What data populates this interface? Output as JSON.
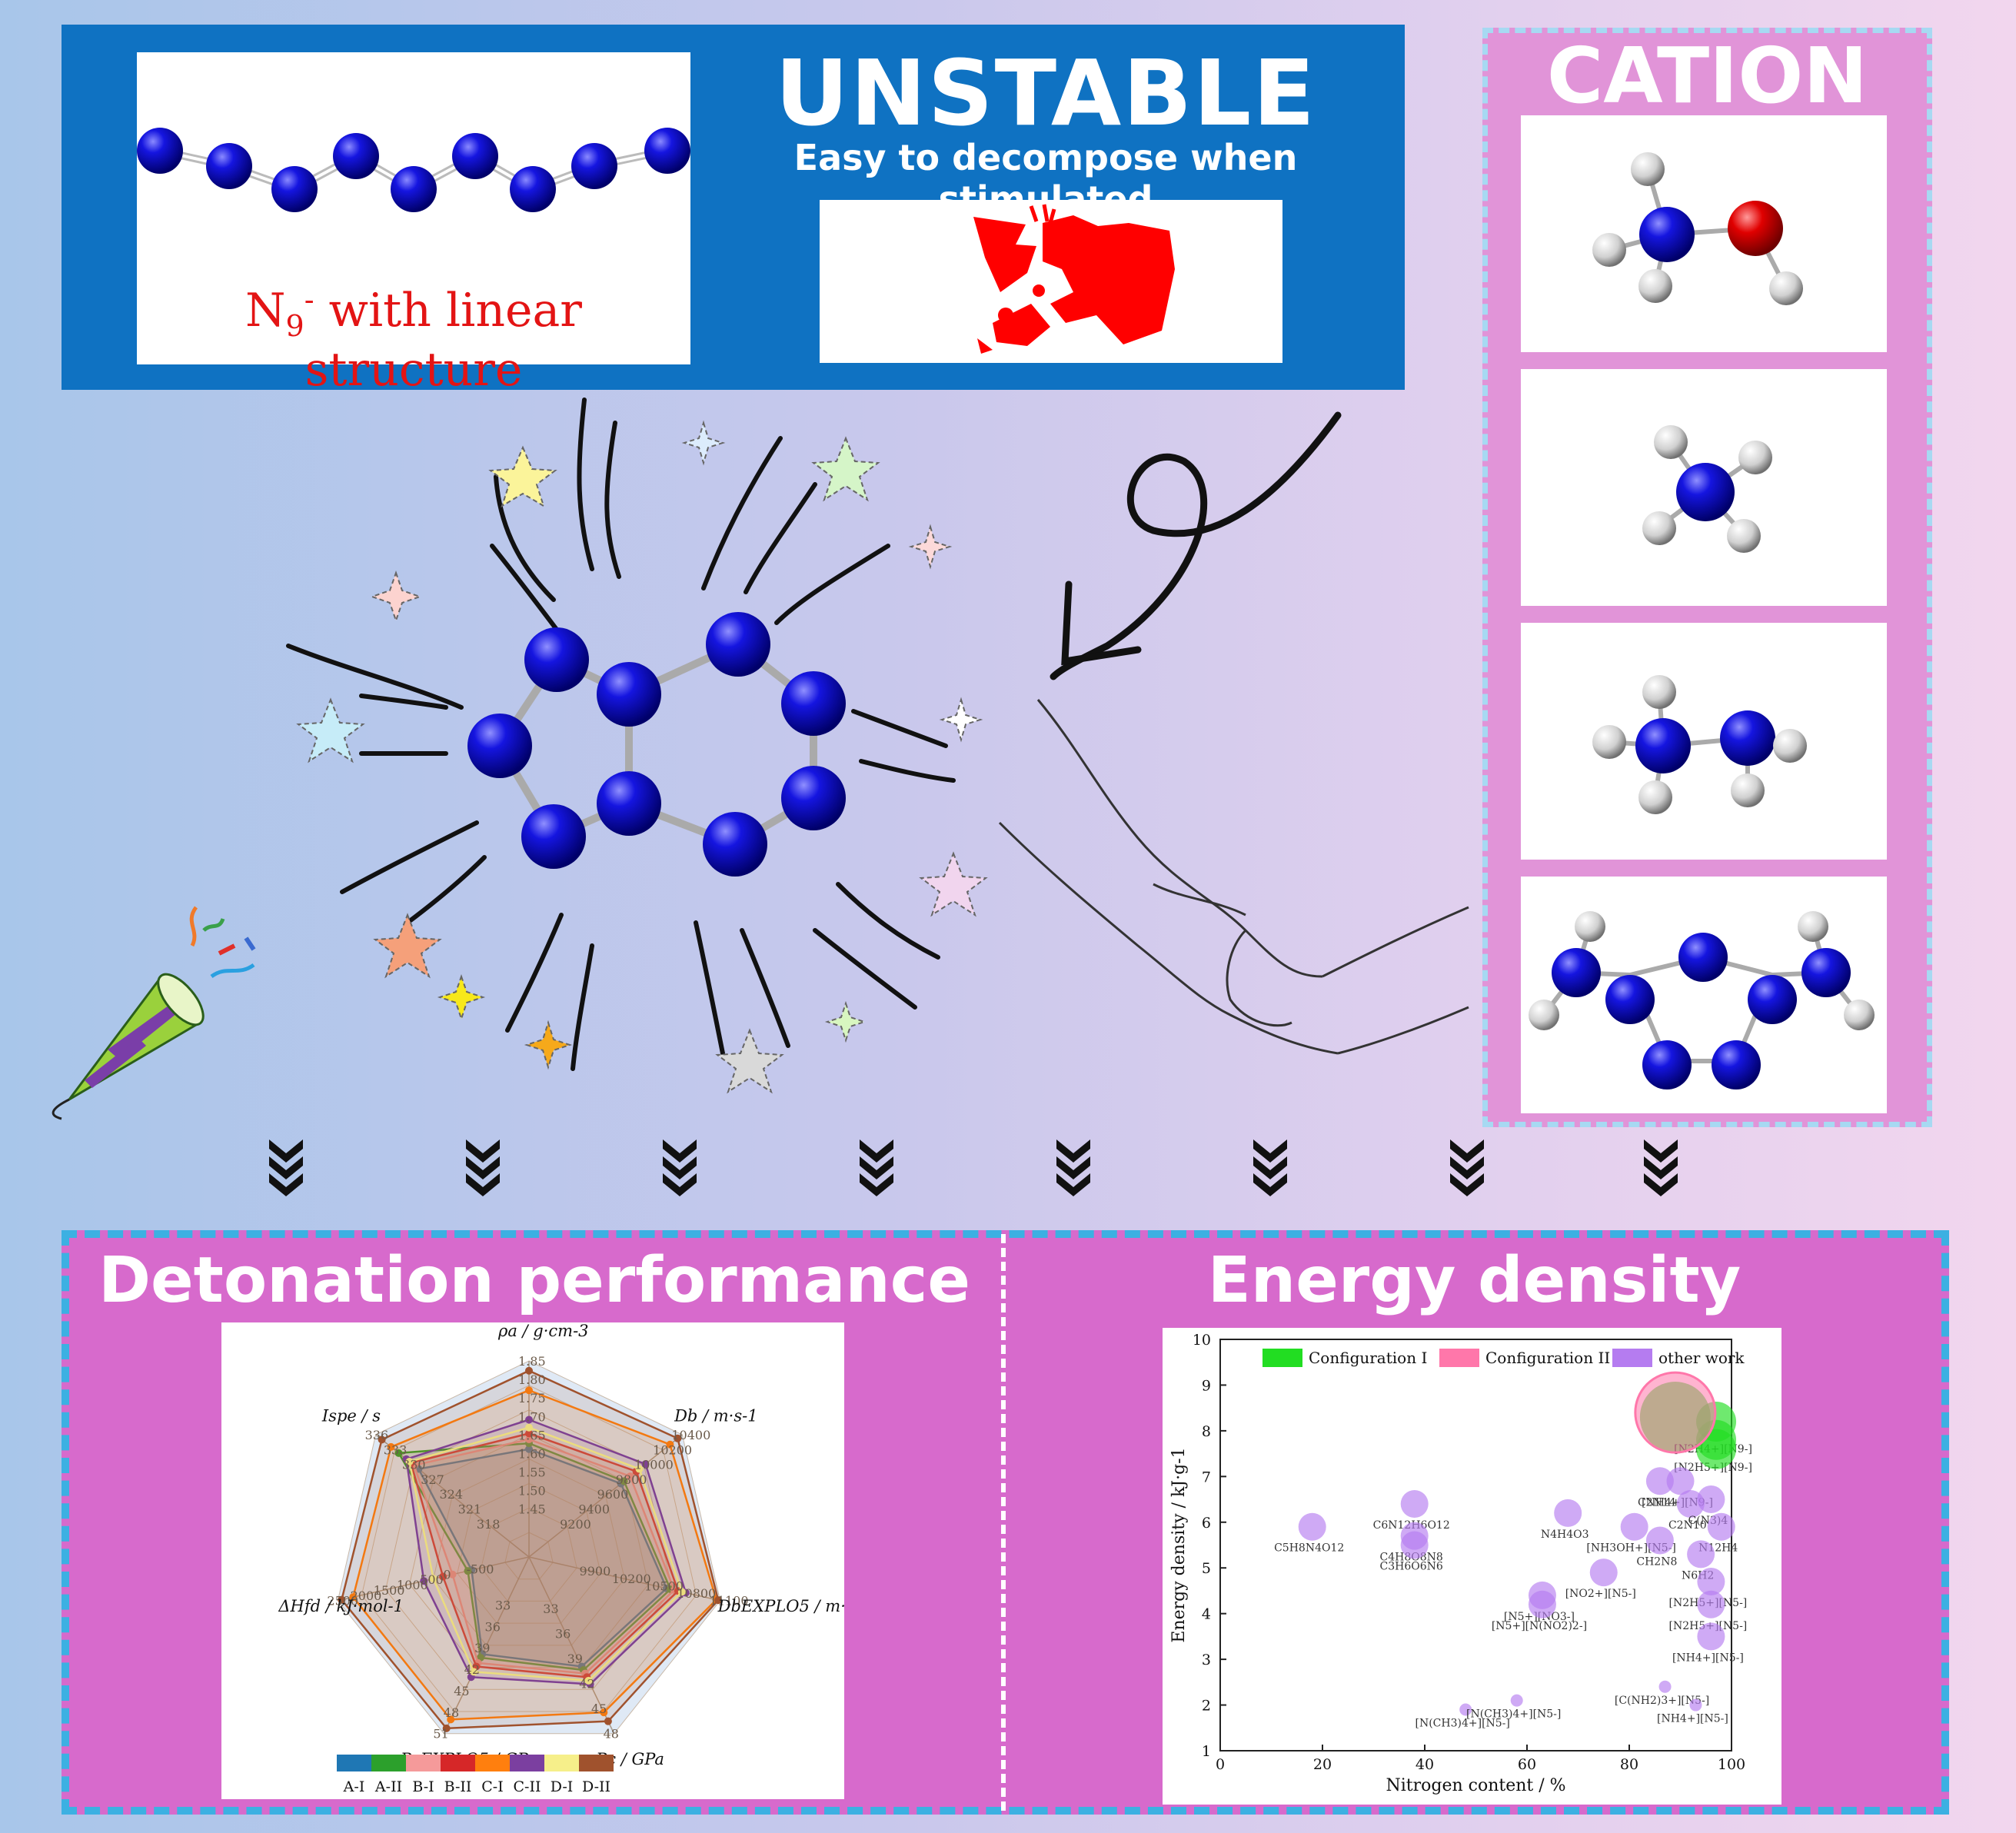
{
  "top_panel": {
    "title": "UNSTABLE",
    "subtitle": "Easy to decompose when stimulated",
    "n9_caption_main": "N",
    "n9_caption_sub": "9",
    "n9_caption_sup": "-",
    "n9_caption_rest": " with linear structure"
  },
  "cation_panel": {
    "title": "CATION"
  },
  "detonation": {
    "title": "Detonation performance",
    "axes": [
      {
        "label": "ρa / g·cm-3",
        "ticks": [
          "1.45",
          "1.50",
          "1.55",
          "1.60",
          "1.65",
          "1.70",
          "1.75",
          "1.80",
          "1.85"
        ]
      },
      {
        "label": "Db / m·s-1",
        "ticks": [
          "9200",
          "9400",
          "9600",
          "9800",
          "10000",
          "10200",
          "10400"
        ]
      },
      {
        "label": "DbEXPLO5 / m·s-1",
        "ticks": [
          "9900",
          "10200",
          "10500",
          "10800",
          "11100"
        ]
      },
      {
        "label": "Pc / GPa",
        "ticks": [
          "33",
          "36",
          "39",
          "42",
          "45",
          "48"
        ]
      },
      {
        "label": "PcEXPLO5 / GPa",
        "ticks": [
          "33",
          "36",
          "39",
          "42",
          "45",
          "48",
          "51"
        ]
      },
      {
        "label": "ΔHfd / kJ·mol-1",
        "ticks": [
          "-500",
          "0",
          "500",
          "1000",
          "1500",
          "2000",
          "2500"
        ]
      },
      {
        "label": "Ispe / s",
        "ticks": [
          "318",
          "321",
          "324",
          "327",
          "330",
          "333",
          "336"
        ]
      }
    ],
    "legend": [
      "A-I",
      "A-II",
      "B-I",
      "B-II",
      "C-I",
      "C-II",
      "D-I",
      "D-II"
    ],
    "legend_colors": [
      "#1f77b4",
      "#2ca02c",
      "#f59a9a",
      "#d62728",
      "#ff7f0e",
      "#7b3fa0",
      "#f6ef8a",
      "#a0522d"
    ]
  },
  "energy": {
    "title": "Energy density",
    "legend": [
      "Configuration I",
      "Configuration II",
      "other work"
    ],
    "legend_colors": [
      "#22dd22",
      "#ff77aa",
      "#b57cf0"
    ],
    "chart_data": {
      "type": "scatter",
      "xlabel": "Nitrogen content / %",
      "ylabel": "Energy density / kJ·g-1",
      "xlim": [
        0,
        100
      ],
      "ylim": [
        1,
        10
      ],
      "xticks": [
        "0",
        "20",
        "40",
        "60",
        "80",
        "100"
      ],
      "yticks": [
        "1",
        "2",
        "3",
        "4",
        "5",
        "6",
        "7",
        "8",
        "9",
        "10"
      ],
      "series": [
        {
          "name": "Configuration I",
          "points": [
            {
              "x": 89,
              "y": 8.3,
              "label": ""
            },
            {
              "x": 97,
              "y": 8.2,
              "label": "[N2H4+][N9-]"
            },
            {
              "x": 97,
              "y": 7.8,
              "label": "[N2H5+][N9-]"
            },
            {
              "x": 97,
              "y": 7.6,
              "label": ""
            }
          ]
        },
        {
          "name": "Configuration II",
          "points": [
            {
              "x": 89,
              "y": 8.4,
              "label": ""
            }
          ]
        },
        {
          "name": "other work",
          "points": [
            {
              "x": 18,
              "y": 5.9,
              "label": "C5H8N4O12"
            },
            {
              "x": 38,
              "y": 6.4,
              "label": "C6N12H6O12"
            },
            {
              "x": 38,
              "y": 5.7,
              "label": "C4H8O8N8"
            },
            {
              "x": 38,
              "y": 5.5,
              "label": "C3H6O6N6"
            },
            {
              "x": 68,
              "y": 6.2,
              "label": "N4H4O3"
            },
            {
              "x": 81,
              "y": 5.9,
              "label": "[NH3OH+][N5-]"
            },
            {
              "x": 86,
              "y": 6.9,
              "label": "C2N14"
            },
            {
              "x": 90,
              "y": 6.9,
              "label": "[NH4+][N9-]"
            },
            {
              "x": 92,
              "y": 6.4,
              "label": "C2N10"
            },
            {
              "x": 96,
              "y": 6.5,
              "label": "C(N3)4"
            },
            {
              "x": 98,
              "y": 5.9,
              "label": "N12H4"
            },
            {
              "x": 86,
              "y": 5.6,
              "label": "CH2N8"
            },
            {
              "x": 94,
              "y": 5.3,
              "label": "N6H2"
            },
            {
              "x": 75,
              "y": 4.9,
              "label": "[NO2+][N5-]"
            },
            {
              "x": 63,
              "y": 4.4,
              "label": "[N5+][NO3-]"
            },
            {
              "x": 63,
              "y": 4.2,
              "label": "[N5+][N(NO2)2-]"
            },
            {
              "x": 96,
              "y": 4.7,
              "label": "[N2H5+][N5-]"
            },
            {
              "x": 96,
              "y": 4.2,
              "label": "[N2H5+][N5-]"
            },
            {
              "x": 96,
              "y": 3.5,
              "label": "[NH4+][N5-]"
            },
            {
              "x": 87,
              "y": 2.4,
              "label": "[C(NH2)3+][N5-]"
            },
            {
              "x": 93,
              "y": 2.0,
              "label": "[NH4+][N5-]"
            },
            {
              "x": 48,
              "y": 1.9,
              "label": "[N(CH3)4+][N5-]"
            },
            {
              "x": 58,
              "y": 2.1,
              "label": "[N(CH3)4+][N5-]"
            }
          ]
        }
      ]
    }
  },
  "colors": {
    "top_blue": "#0f72c2",
    "panel_pink": "#d76acc",
    "dash_blue": "#3cb0e2",
    "atom_blue": "#0a0ad8",
    "red": "#e31414"
  }
}
